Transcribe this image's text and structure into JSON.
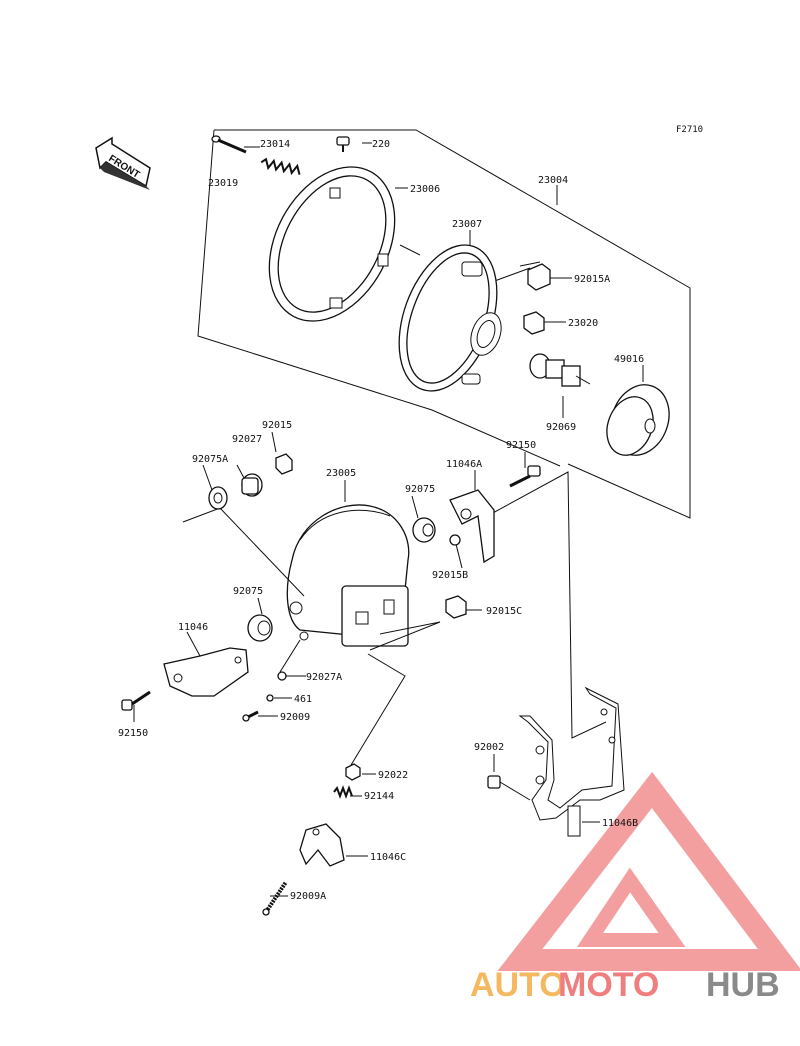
{
  "figure_code": "F2710",
  "front_label": "FRONT",
  "parts": {
    "p23014": "23014",
    "p220": "220",
    "p23019": "23019",
    "p23006": "23006",
    "p23004": "23004",
    "p23007": "23007",
    "p92015A": "92015A",
    "p23020": "23020",
    "p49016": "49016",
    "p92069": "92069",
    "p92015": "92015",
    "p92027": "92027",
    "p92075A": "92075A",
    "p23005": "23005",
    "p92150a": "92150",
    "p11046A": "11046A",
    "p92075a": "92075",
    "p92015B": "92015B",
    "p92015C": "92015C",
    "p92075b": "92075",
    "p11046": "11046",
    "p92027A": "92027A",
    "p461": "461",
    "p92009": "92009",
    "p92150b": "92150",
    "p92002": "92002",
    "p11046B": "11046B",
    "p92022": "92022",
    "p92144": "92144",
    "p11046C": "11046C",
    "p92009A": "92009A"
  },
  "watermark": {
    "part1": "AUTO",
    "part2": "MOTO",
    "part3": "HUB",
    "color_auto": "#f4b860",
    "color_moto": "#ef7f7f",
    "color_hub": "#8a8a8a"
  }
}
